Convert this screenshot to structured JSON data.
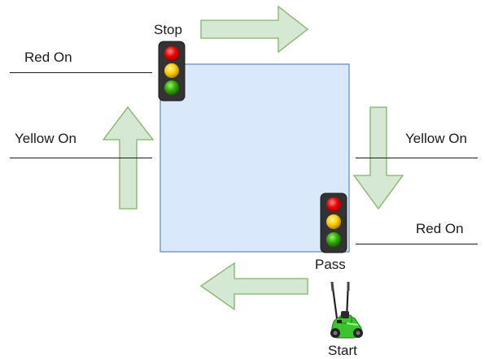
{
  "labels": {
    "stop": "Stop",
    "pass": "Pass",
    "start": "Start",
    "red_on_left": "Red On",
    "yellow_on_left": "Yellow On",
    "yellow_on_right": "Yellow On",
    "red_on_right": "Red On"
  },
  "colors": {
    "square_fill": "#dae8fc",
    "square_stroke": "#6c8ebf",
    "arrow_fill": "#d5e8d4",
    "arrow_stroke": "#82b366",
    "light_housing": "#333333",
    "light_red": "#ff0000",
    "light_yellow": "#ffcc00",
    "light_green": "#33aa00",
    "robot_green": "#3cc42e"
  },
  "traffic_lights": [
    {
      "name": "stop-traffic-light",
      "lights": [
        "red",
        "yellow",
        "green"
      ]
    },
    {
      "name": "pass-traffic-light",
      "lights": [
        "red",
        "yellow",
        "green"
      ]
    }
  ],
  "arrows": [
    "right",
    "down",
    "left",
    "up"
  ]
}
